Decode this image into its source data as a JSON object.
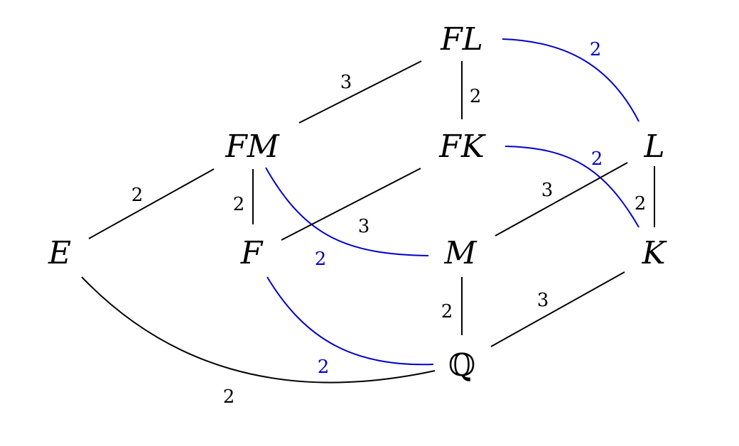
{
  "colors": {
    "black": "#000000",
    "blue": "#0000cc"
  },
  "nodes": {
    "FL": "FL",
    "FM": "FM",
    "FK": "FK",
    "L": "L",
    "E": "E",
    "F": "F",
    "M": "M",
    "K": "K",
    "Q": "ℚ"
  },
  "edges": [
    {
      "from": "FL",
      "to": "FM",
      "label": "3",
      "color": "black"
    },
    {
      "from": "FL",
      "to": "FK",
      "label": "2",
      "color": "black"
    },
    {
      "from": "FL",
      "to": "L",
      "label": "2",
      "color": "blue"
    },
    {
      "from": "FM",
      "to": "E",
      "label": "2",
      "color": "black"
    },
    {
      "from": "FM",
      "to": "F",
      "label": "2",
      "color": "black"
    },
    {
      "from": "FM",
      "to": "M",
      "label": "2",
      "color": "blue"
    },
    {
      "from": "FK",
      "to": "F",
      "label": "3",
      "color": "black"
    },
    {
      "from": "FK",
      "to": "K",
      "label": "2",
      "color": "blue"
    },
    {
      "from": "L",
      "to": "M",
      "label": "3",
      "color": "black"
    },
    {
      "from": "L",
      "to": "K",
      "label": "2",
      "color": "black"
    },
    {
      "from": "E",
      "to": "Q",
      "label": "2",
      "color": "black"
    },
    {
      "from": "F",
      "to": "Q",
      "label": "2",
      "color": "blue"
    },
    {
      "from": "M",
      "to": "Q",
      "label": "2",
      "color": "black"
    },
    {
      "from": "K",
      "to": "Q",
      "label": "3",
      "color": "black"
    }
  ]
}
